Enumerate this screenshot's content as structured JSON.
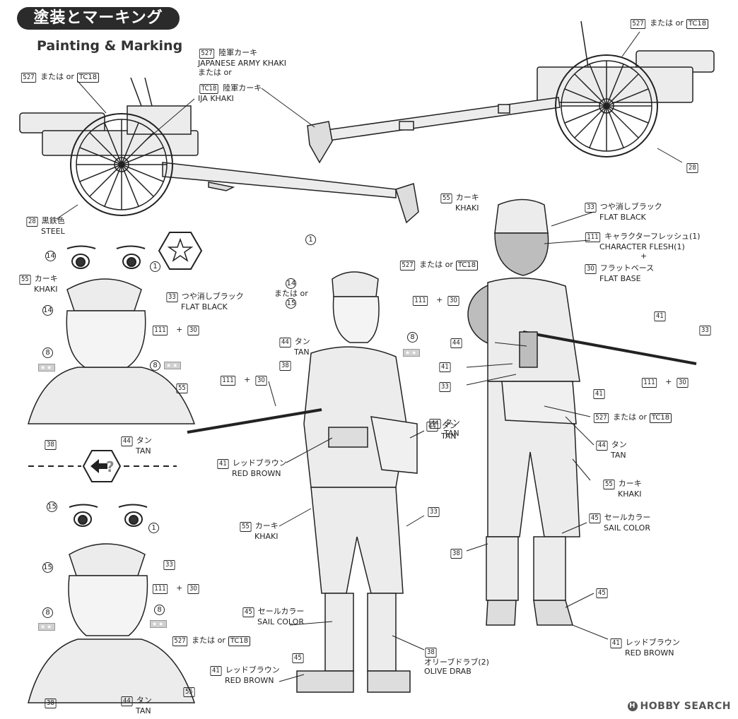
{
  "header": {
    "title": "塗装とマーキング",
    "subtitle": "Painting & Marking"
  },
  "watermark": "HOBBY SEARCH",
  "labels": {
    "c1": {
      "code": "527",
      "text": "陸軍カーキ"
    },
    "c1_en": "JAPANESE ARMY KHAKI",
    "c1_or": "または  or",
    "c2": {
      "code": "TC18",
      "text": "陸軍カーキ"
    },
    "c2_en": "IJA KHAKI",
    "gun_left_top": {
      "code": "527",
      "or": "または  or",
      "code2": "TC18"
    },
    "gun_right_top": {
      "code": "527",
      "or": "または  or",
      "code2": "TC18"
    },
    "gun_right_28": "28",
    "steel": {
      "code": "28",
      "jp": "黒鉄色",
      "en": "STEEL"
    },
    "face1": {
      "n14": "14",
      "n1": "1",
      "khaki": {
        "code": "55",
        "jp": "カーキ",
        "en": "KHAKI"
      },
      "n33": {
        "code": "33",
        "jp": "つや消しブラック",
        "en": "FLAT BLACK"
      },
      "n14b": "14",
      "mix": {
        "a": "111",
        "plus": "+",
        "b": "30"
      },
      "n8a": "8",
      "n8b": "8",
      "n55": "55",
      "n38": "38",
      "tan": {
        "code": "44",
        "jp": "タン",
        "en": "TAN"
      }
    },
    "face2": {
      "n15": "15",
      "n1": "1",
      "n33": "33",
      "n15b": "15",
      "mix": {
        "a": "111",
        "plus": "+",
        "b": "30"
      },
      "n8a": "8",
      "n8b": "8",
      "alt": {
        "code": "527",
        "or": "または  or",
        "code2": "TC18"
      },
      "n38": "38",
      "tan": {
        "code": "44",
        "jp": "タン",
        "en": "TAN"
      },
      "n55": "55"
    },
    "front": {
      "n1": "1",
      "n14": "14",
      "or": "または  or",
      "n15": "15",
      "mix_head": {
        "a": "111",
        "plus": "+",
        "b": "30"
      },
      "tan_top": {
        "code": "44",
        "jp": "タン",
        "en": "TAN"
      },
      "n8": "8",
      "n38": "38",
      "mix_hand": {
        "a": "111",
        "plus": "+",
        "b": "30"
      },
      "tan_bag": {
        "code": "44",
        "jp": "タン",
        "en": "TAN"
      },
      "red_brown": {
        "code": "41",
        "jp": "レッドブラウン",
        "en": "RED BROWN"
      },
      "n33": "33",
      "khaki": {
        "code": "55",
        "jp": "カーキ",
        "en": "KHAKI"
      },
      "sail": {
        "code": "45",
        "jp": "セールカラー",
        "en": "SAIL COLOR"
      },
      "olive": {
        "code": "38",
        "jp": "オリーブドラブ(2)",
        "en": "OLIVE DRAB"
      },
      "n45": "45",
      "red_brown2": {
        "code": "41",
        "jp": "レッドブラウン",
        "en": "RED BROWN"
      }
    },
    "back": {
      "khaki": {
        "code": "55",
        "jp": "カーキ",
        "en": "KHAKI"
      },
      "flat_black": {
        "code": "33",
        "jp": "つや消しブラック",
        "en": "FLAT BLACK"
      },
      "flesh": {
        "code": "111",
        "jp": "キャラクターフレッシュ(1)",
        "en": "CHARACTER FLESH(1)"
      },
      "plus": "+",
      "base": {
        "code": "30",
        "jp": "フラットベース",
        "en": "FLAT BASE"
      },
      "alt": {
        "code": "527",
        "or": "または  or",
        "code2": "TC18"
      },
      "n44": "44",
      "n41": "41",
      "n33": "33",
      "n41b": "41",
      "n33b": "33",
      "mix": {
        "a": "111",
        "plus": "+",
        "b": "30"
      },
      "n41c": "41",
      "alt2": {
        "code": "527",
        "or": "または  or",
        "code2": "TC18"
      },
      "tan": {
        "code": "44",
        "jp": "タン",
        "en": "TAN"
      },
      "tan2": {
        "code": "44",
        "jp": "タン",
        "en": "TAN"
      },
      "khaki2": {
        "code": "55",
        "jp": "カーキ",
        "en": "KHAKI"
      },
      "sail": {
        "code": "45",
        "jp": "セールカラー",
        "en": "SAIL COLOR"
      },
      "n38": "38",
      "n45": "45",
      "red_brown": {
        "code": "41",
        "jp": "レッドブラウン",
        "en": "RED BROWN"
      }
    }
  }
}
